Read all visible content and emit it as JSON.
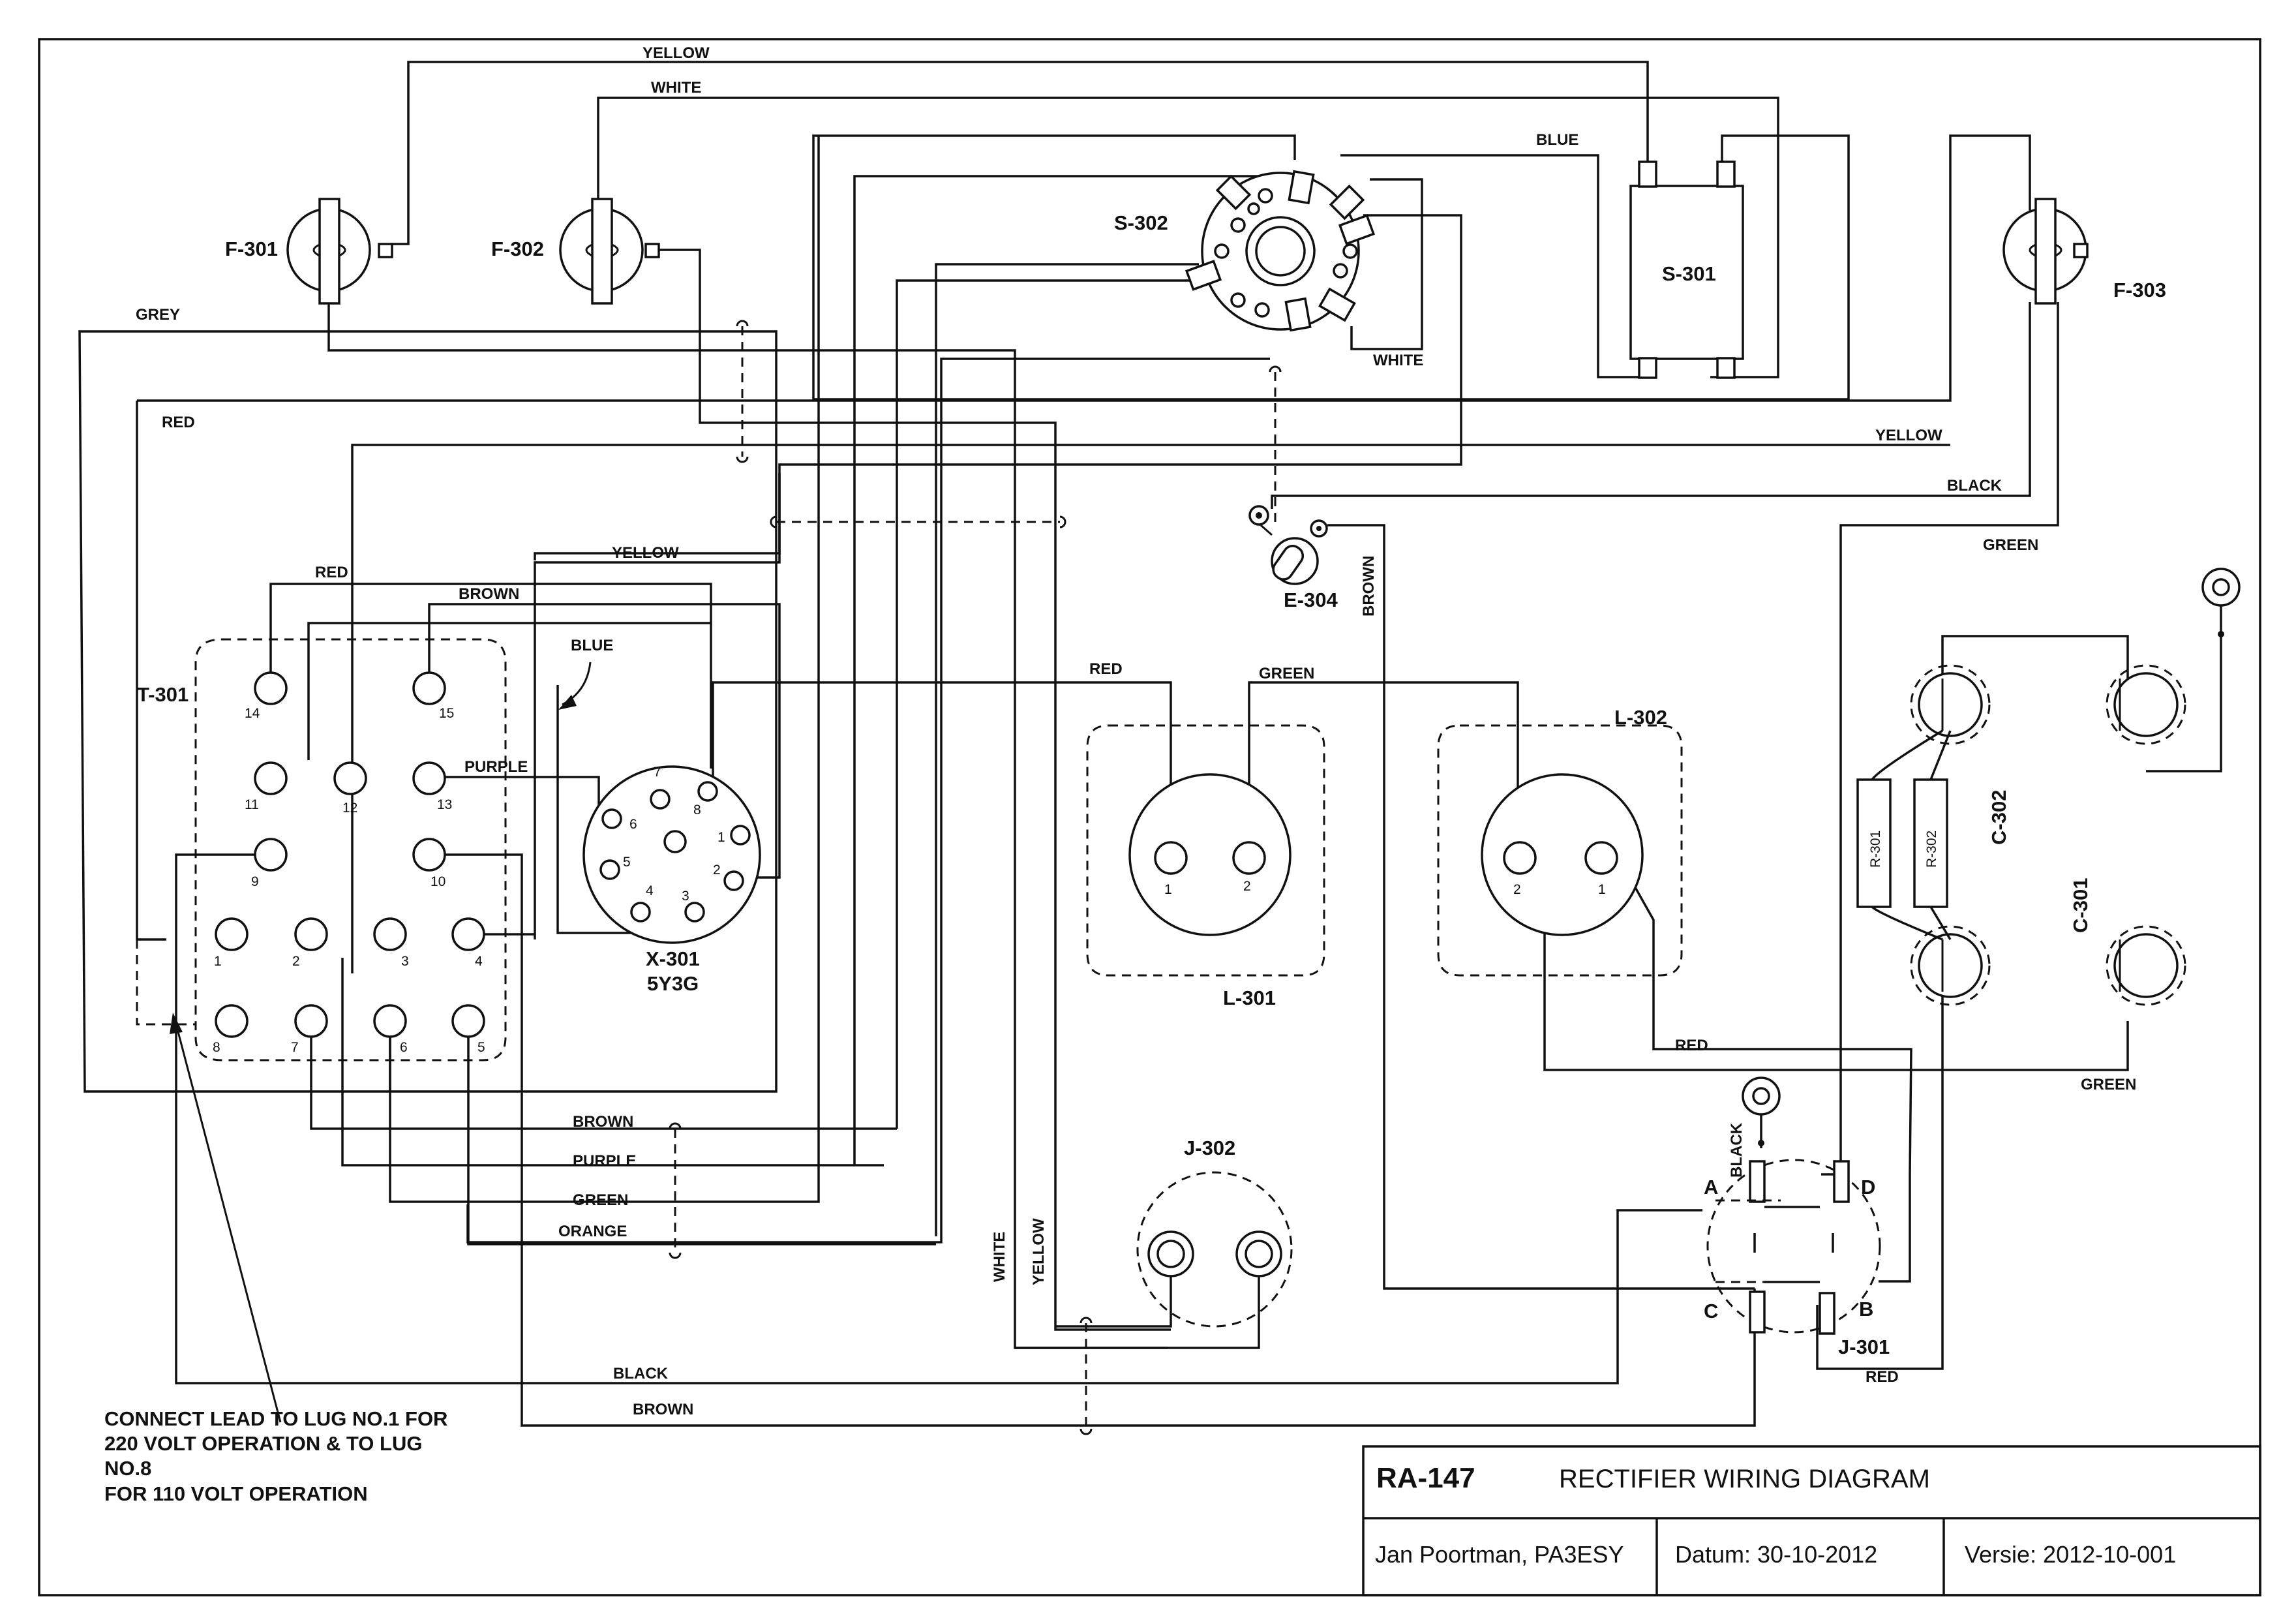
{
  "title_block": {
    "model": "RA-147",
    "title": "RECTIFIER WIRING DIAGRAM",
    "author": "Jan Poortman, PA3ESY",
    "date": "Datum: 30-10-2012",
    "version": "Versie: 2012-10-001"
  },
  "note": {
    "lines": [
      "CONNECT LEAD TO LUG NO.1 FOR",
      "220 VOLT OPERATION  & TO LUG",
      "NO.8",
      "FOR 110 VOLT OPERATION"
    ]
  },
  "components": {
    "f301": "F-301",
    "f302": "F-302",
    "f303": "F-303",
    "s302": "S-302",
    "s301": "S-301",
    "e304": "E-304",
    "t301": "T-301",
    "x301": "X-301",
    "x301_type": "5Y3G",
    "l301": "L-301",
    "l302": "L-302",
    "c302": "C-302",
    "c301": "C-301",
    "r301": "R-301",
    "r302": "R-302",
    "j302": "J-302",
    "j301": "J-301"
  },
  "wire_labels": {
    "yellow_top": "YELLOW",
    "white_top": "WHITE",
    "blue_top": "BLUE",
    "grey": "GREY",
    "red_left": "RED",
    "white_s302": "WHITE",
    "yellow_right": "YELLOW",
    "black_right": "BLACK",
    "green_right": "GREEN",
    "red_t": "RED",
    "brown_t": "BROWN",
    "yellow_x": "YELLOW",
    "blue_x": "BLUE",
    "purple_x": "PURPLE",
    "brown_e": "BROWN",
    "red_l301": "RED",
    "green_l301": "GREEN",
    "red_l302": "RED",
    "green_c": "GREEN",
    "brown_b": "BROWN",
    "purple_b": "PURPLE",
    "green_b": "GREEN",
    "orange_b": "ORANGE",
    "white_v": "WHITE",
    "yellow_v": "YELLOW",
    "black_j": "BLACK",
    "black_bottom": "BLACK",
    "brown_bottom": "BROWN",
    "red_j301": "RED"
  },
  "pins": {
    "t301": [
      "14",
      "15",
      "11",
      "12",
      "13",
      "9",
      "10",
      "1",
      "2",
      "3",
      "4",
      "8",
      "7",
      "6",
      "5"
    ],
    "x301": [
      "7",
      "8",
      "6",
      "1",
      "5",
      "2",
      "4",
      "3"
    ],
    "l301": [
      "1",
      "2"
    ],
    "l302": [
      "2",
      "1"
    ],
    "j301": [
      "A",
      "D",
      "C",
      "B"
    ]
  }
}
